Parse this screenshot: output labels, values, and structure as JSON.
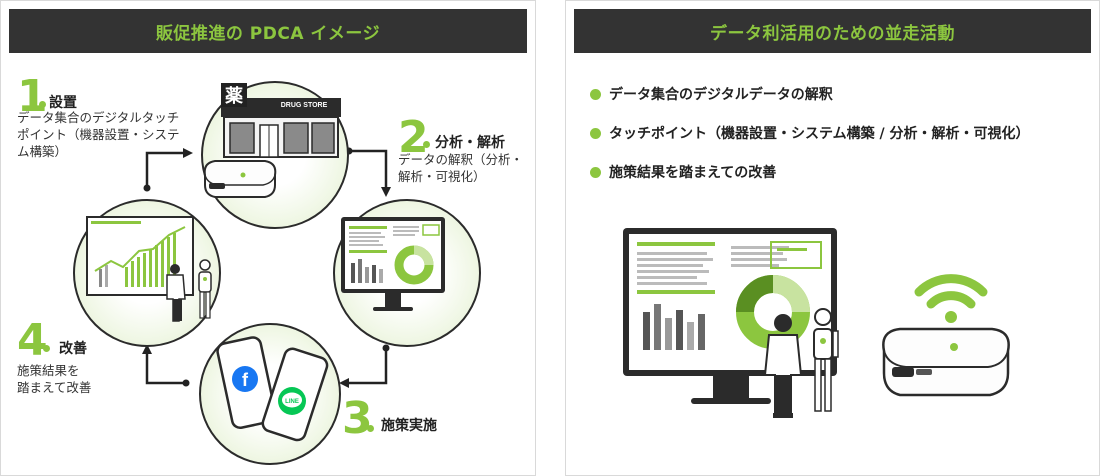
{
  "left": {
    "header": "販促推進の PDCA イメージ",
    "steps": [
      {
        "num": "1",
        "title": "設置",
        "desc_lines": [
          "データ集合のデジタルタッチ",
          "ポイント（機器設置・システ",
          "ム構築）"
        ]
      },
      {
        "num": "2",
        "title": "分析・解析",
        "desc_lines": [
          "データの解釈（分析・",
          "解析・可視化）"
        ]
      },
      {
        "num": "3",
        "title": "施策実施",
        "desc_lines": []
      },
      {
        "num": "4",
        "title": "改善",
        "desc_lines": [
          "施策結果を",
          "踏まえて改善"
        ]
      }
    ],
    "store": {
      "sign_char": "薬",
      "store_name": "DRUG STORE"
    },
    "apps": {
      "facebook_glyph": "f",
      "line_label": "LINE"
    }
  },
  "right": {
    "header": "データ利活用のための並走活動",
    "bullets": [
      "データ集合のデジタルデータの解釈",
      "タッチポイント（機器設置・システム構築 / 分析・解析・可視化）",
      "施策結果を踏まえての改善"
    ]
  },
  "colors": {
    "accent": "#8cc63f",
    "header_bg": "#333333",
    "dark": "#2b2b2b"
  },
  "icons": [
    "drug-store-icon",
    "device-hub-icon",
    "monitor-dashboard-icon",
    "smartphone-icon",
    "facebook-icon",
    "line-icon",
    "presentation-board-icon",
    "person-icon",
    "robot-icon",
    "wifi-icon"
  ]
}
